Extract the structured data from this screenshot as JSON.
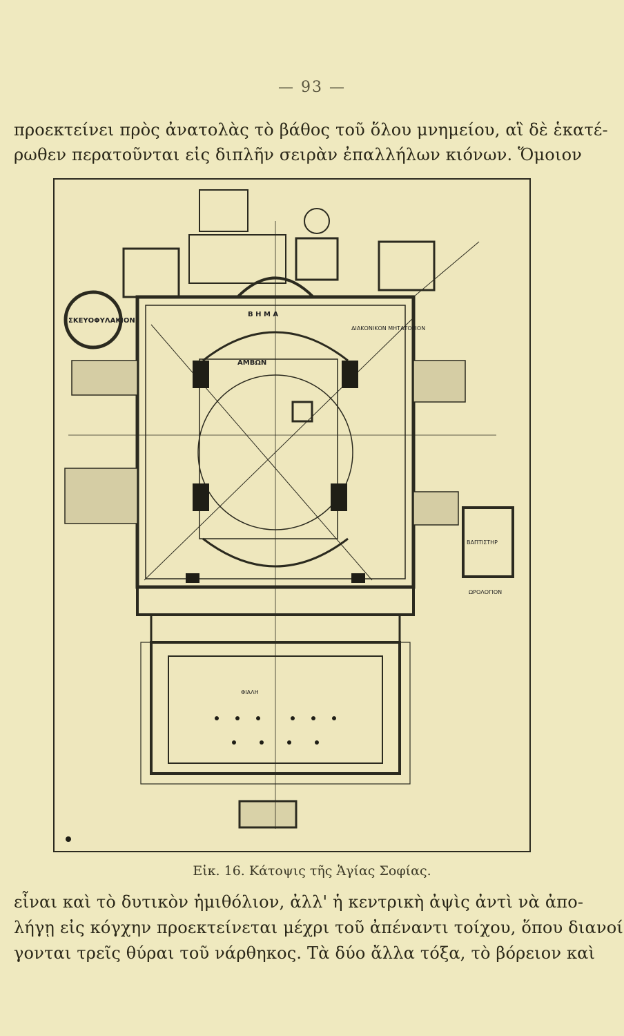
{
  "page_number": "— 93 —",
  "text_top": [
    "προεκτείνει πρὸς ἀνατολὰς τὸ βάθος τοῦ ὅλου μνημείου, αἳ δὲ ἑκατέ-",
    "ρωθεν περατοῦνται εἰς διπλῆν σειρὰν ἐπαλλήλων κιόνων. Ὅμοιον"
  ],
  "figure": {
    "caption": "Εἰκ. 16. Κάτοψις τῆς Ἁγίας Σοφίας.",
    "labels": {
      "skeuophylakion": "ΣΚΕΥΟΦΥΛΑΚΙΟΝ",
      "bema": "Β  Η  Μ  Α",
      "diakonikon": "ΔΙΑΚΟΝΙΚΟΝ ΜΗΤΑΤΟΡΙΟΝ",
      "ambon": "ΑΜΒΩΝ",
      "baptistery": "ΒΑΠΤΙΣΤΗΡ",
      "horologion": "ΩΡΟΛΟΓΙΟΝ",
      "phiale": "ΦΙΑΛΗ"
    }
  },
  "text_bottom": [
    "εἶναι καὶ τὸ δυτικὸν ἡμιθόλιον, ἀλλ' ἡ κεντρικὴ ἀψὶς ἀντὶ νὰ ἀπο-",
    "λήγῃ εἰς κόγχην προεκτείνεται μέχρι τοῦ ἀπέναντι τοίχου, ὅπου διανοί-",
    "γονται τρεῖς θύραι τοῦ νάρθηκος. Τὰ δύο ἄλλα τόξα, τὸ βόρειον καὶ"
  ]
}
